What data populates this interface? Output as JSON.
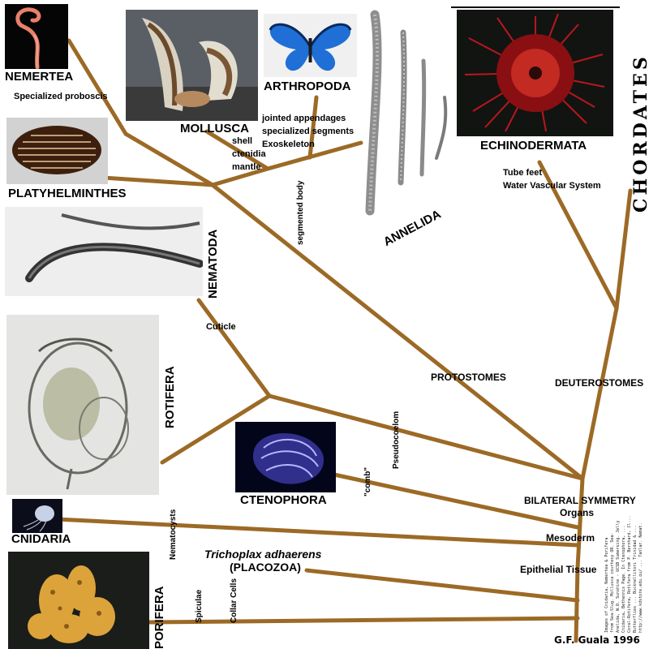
{
  "diagram": {
    "title": "CHORDATES",
    "phyla": {
      "nemertea": "NEMERTEA",
      "mollusca": "MOLLUSCA",
      "arthropoda": "ARTHROPODA",
      "annelida": "ANNELIDA",
      "echinodermata": "ECHINODERMATA",
      "platyhelminthes": "PLATYHELMINTHES",
      "nematoda": "NEMATODA",
      "rotifera": "ROTIFERA",
      "ctenophora": "CTENOPHORA",
      "cnidaria": "CNIDARIA",
      "porifera": "PORIFERA",
      "placozoa_line1": "Trichoplax adhaerens",
      "placozoa_line2": "(PLACOZOA)"
    },
    "traits": {
      "proboscis": "Specialized proboscis",
      "mollusca_traits": [
        "shell",
        "ctenidia",
        "mantle"
      ],
      "arthropoda_traits": [
        "jointed appendages",
        "specialized segments",
        "Exoskeleton"
      ],
      "segmented_body": "segmented body",
      "echino_traits": [
        "Tube feet",
        "Water Vascular System"
      ],
      "cuticle": "Cuticle",
      "pseudocoelom": "Pseudocoelom",
      "comb": "\"comb\"",
      "nematocysts": "Nematocysts",
      "spiculae": "Spiculae",
      "collar_cells": "Collar Cells",
      "protostomes": "PROTOSTOMES",
      "deuterostomes": "DEUTEROSTOMES",
      "bilateral_symmetry": "BILATERAL SYMMETRY",
      "organs": "Organs",
      "mesoderm": "Mesoderm",
      "epithelial_tissue": "Epithelial Tissue"
    },
    "credit": "G.F.  Guala 1996",
    "credit_lines": [
      "Images of Cnidaria, Nemertea & Porifera",
      "from Sea-Slug. Mollusca courtesy OR. Sea-",
      "Anelida, W.D. Sunshine - UCSB Sumersing. Jelly",
      "Cnidaria, Bethennis Page. In Ctenophora, ...",
      "Coral-Rotifera, Rotifera from P. Bernhard, Cl...",
      "Butterflies ... Bucknellitori Trinidad & ...",
      "http://www.kdstore.edu.ou/ ... Tanlar. Nemat."
    ],
    "colors": {
      "branch": "#9c6a26",
      "background": "#ffffff",
      "text": "#000000"
    },
    "icons": {
      "nemertea": "ribbon-worm-photo",
      "mollusca": "clam-shell-photo",
      "arthropoda": "blue-butterfly-photo",
      "annelida": "segmented-worms-photo",
      "echinodermata": "sea-urchin-photo",
      "platyhelminthes": "flatworm-photo",
      "nematoda": "nematode-micrograph",
      "rotifera": "rotifer-micrograph",
      "ctenophora": "comb-jelly-photo",
      "cnidaria": "jellyfish-photo",
      "porifera": "sponge-photo"
    }
  }
}
